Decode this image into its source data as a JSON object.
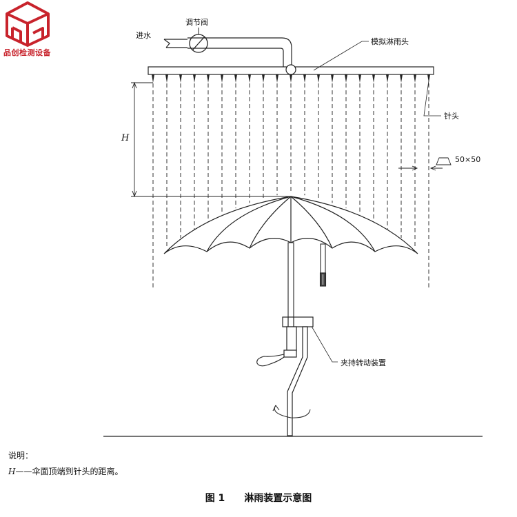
{
  "logo": {
    "brand": "品创检测设备",
    "icon": "pc-cube-logo"
  },
  "labels": {
    "inlet": "进水",
    "valve": "调节阀",
    "spray_head": "模拟淋雨头",
    "needle": "针头",
    "height": "H",
    "grid": "50×50",
    "clamp": "夹持转动装置"
  },
  "notes": {
    "heading": "说明：",
    "h_symbol": "H",
    "h_text": "——伞面顶端到针头的距离。"
  },
  "caption": {
    "number": "图 1",
    "title": "淋雨装置示意图"
  },
  "colors": {
    "line": "#222222",
    "logo": "#c8232c",
    "dash": "#333333"
  }
}
